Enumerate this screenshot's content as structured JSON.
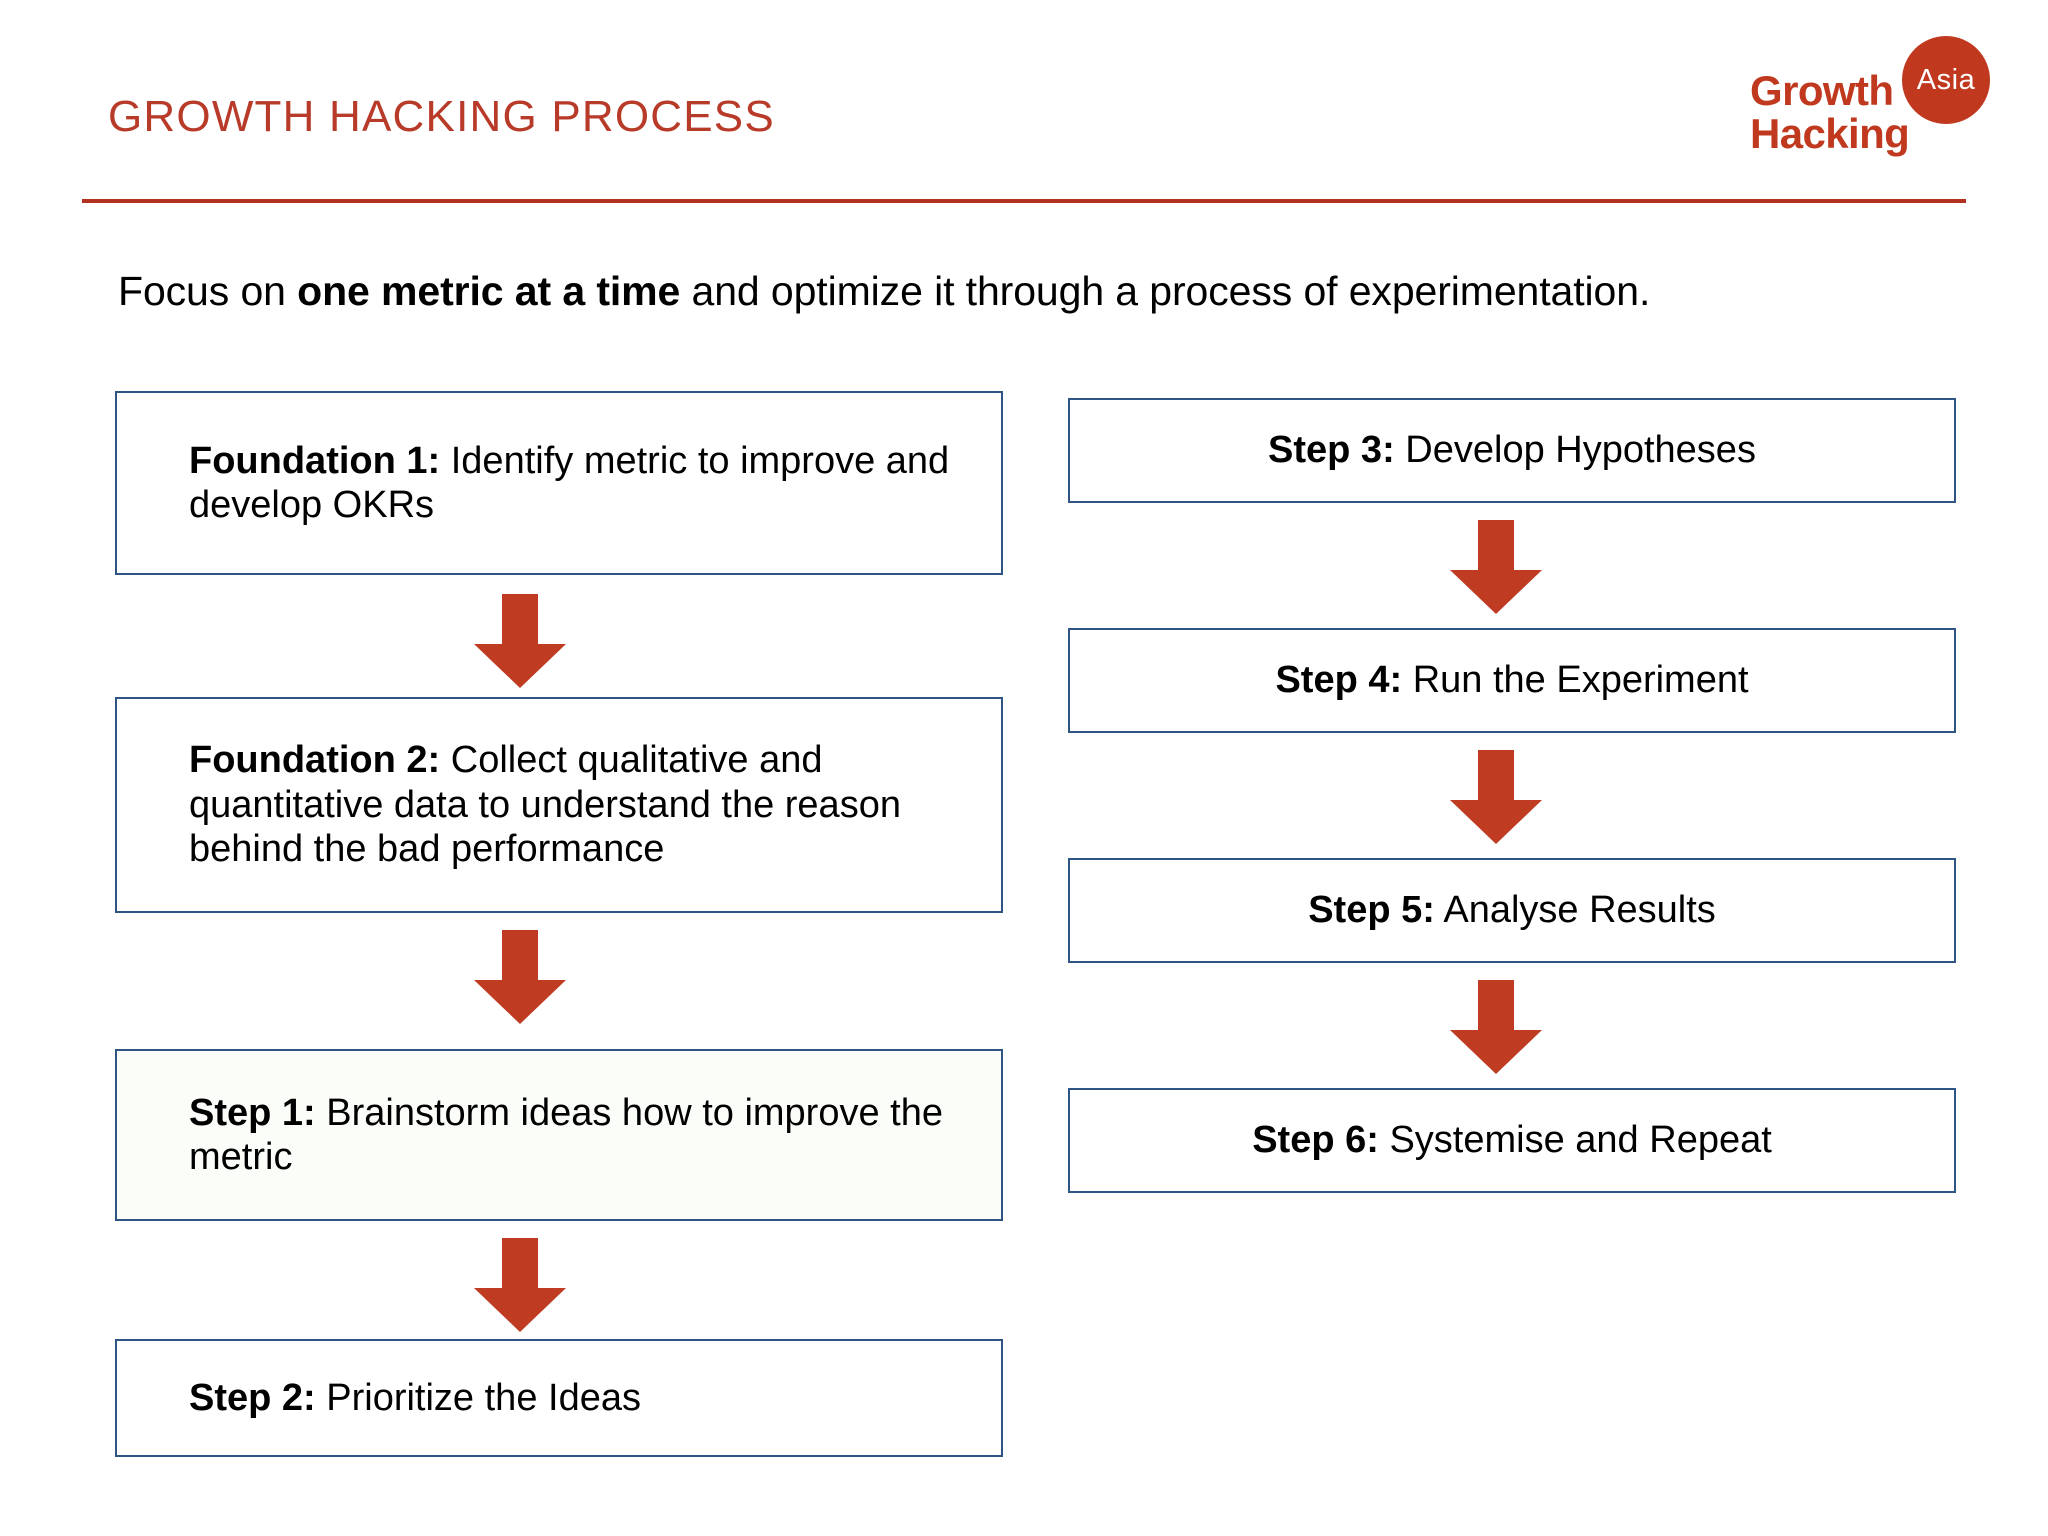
{
  "header": {
    "title": "GROWTH HACKING PROCESS",
    "rule_color": "#b23121",
    "title_color": "#b83a29"
  },
  "logo": {
    "line1": "Growth",
    "line2": "Hacking",
    "badge": "Asia",
    "color": "#c0391e"
  },
  "subtitle": {
    "part1": "Focus on ",
    "emphasis": "one metric at a time",
    "part2": " and optimize it through a process of experimentation."
  },
  "flow": {
    "border_color": "#2e5584",
    "arrow_color": "#bf3b22",
    "left_column": [
      {
        "id": "foundation-1",
        "lead": "Foundation  1:",
        "body": " Identify metric to improve and develop OKRs",
        "align": "left"
      },
      {
        "id": "foundation-2",
        "lead": "Foundation 2:",
        "body": " Collect qualitative and quantitative data to understand the reason behind the bad performance",
        "align": "left"
      },
      {
        "id": "step-1",
        "lead": "Step 1:",
        "body": " Brainstorm ideas how to improve the metric",
        "align": "left"
      },
      {
        "id": "step-2",
        "lead": "Step 2:",
        "body": " Prioritize the Ideas",
        "align": "left"
      }
    ],
    "right_column": [
      {
        "id": "step-3",
        "lead": "Step 3:",
        "body": " Develop Hypotheses",
        "align": "center"
      },
      {
        "id": "step-4",
        "lead": "Step 4:",
        "body": " Run the Experiment",
        "align": "center"
      },
      {
        "id": "step-5",
        "lead": "Step 5:",
        "body": " Analyse Results",
        "align": "center"
      },
      {
        "id": "step-6",
        "lead": "Step 6:",
        "body": " Systemise and Repeat",
        "align": "center"
      }
    ]
  }
}
